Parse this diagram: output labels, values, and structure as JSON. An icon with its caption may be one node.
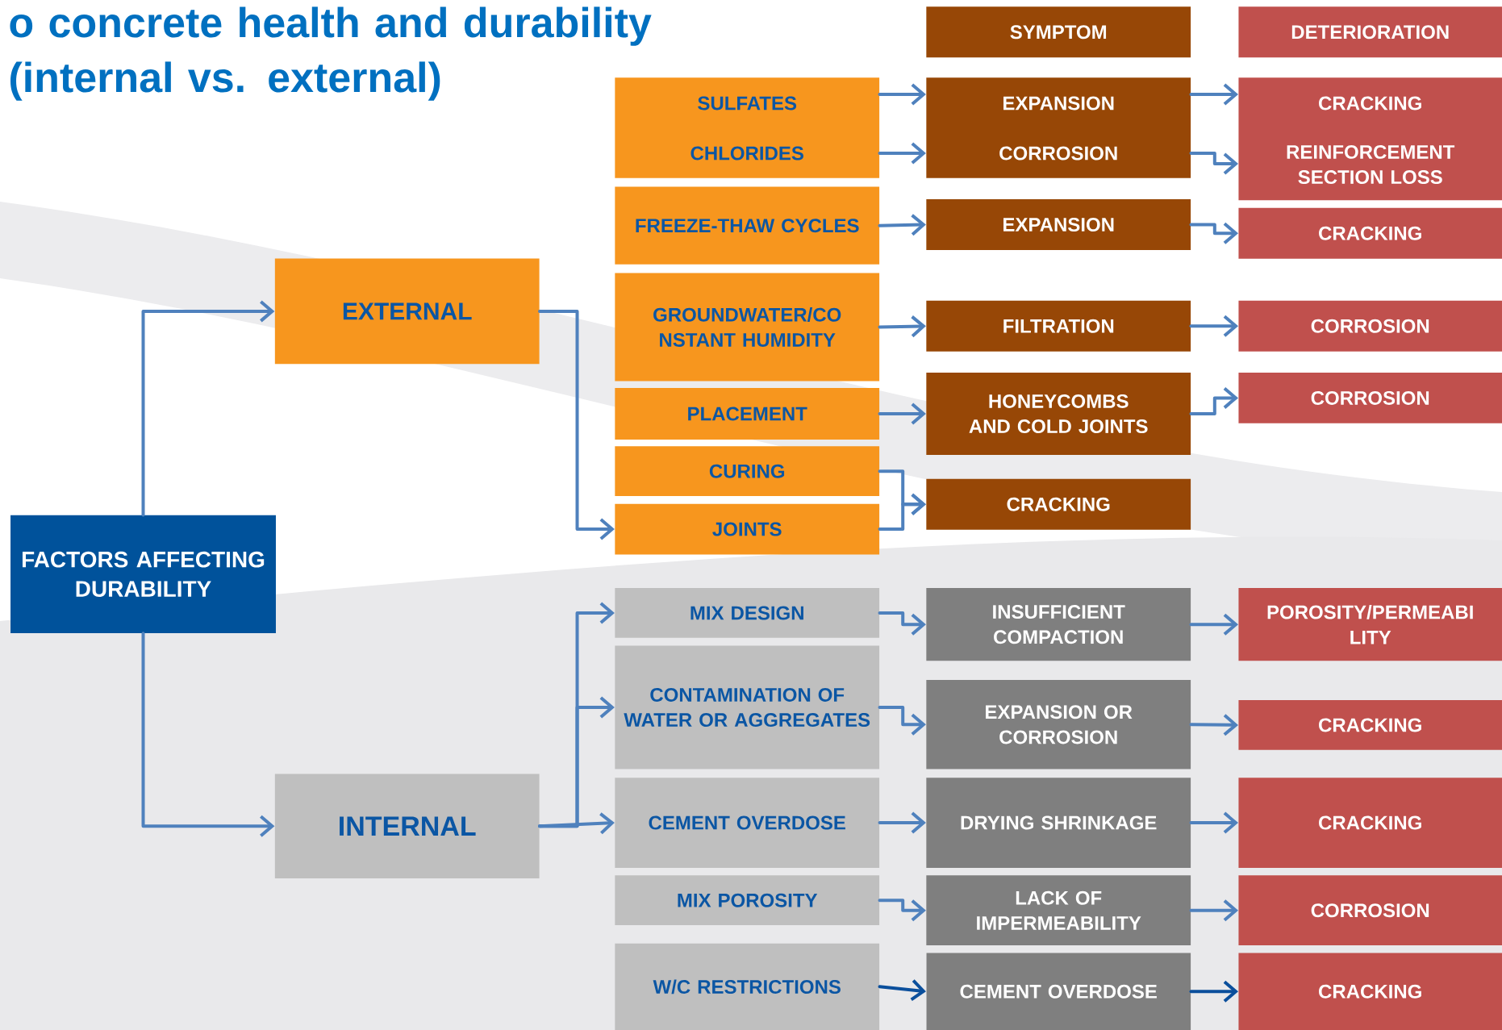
{
  "diagram": {
    "title": "o concrete health and durability (internal vs. external)",
    "nodes": [
      {
        "text": [
          "SYMPTOM"
        ]
      },
      {
        "text": [
          "DETERIORATION"
        ]
      },
      {
        "text": [
          "SULFATES",
          "CHLORIDES"
        ]
      },
      {
        "text": [
          "EXPANSION",
          "CORROSION"
        ]
      },
      {
        "text": [
          "CRACKING",
          "REINFORCEMENT SECTION LOSS"
        ]
      },
      {
        "text": [
          "FREEZE-THAW CYCLES"
        ]
      },
      {
        "text": [
          "EXPANSION"
        ]
      },
      {
        "text": [
          "CRACKING"
        ]
      },
      {
        "text": [
          "EXTERNAL"
        ]
      },
      {
        "text": [
          "GROUNDWATER/CO NSTANT HUMIDITY"
        ]
      },
      {
        "text": [
          "FILTRATION"
        ]
      },
      {
        "text": [
          "CORROSION"
        ]
      },
      {
        "text": [
          "PLACEMENT"
        ]
      },
      {
        "text": [
          "HONEYCOMBS AND COLD JOINTS"
        ]
      },
      {
        "text": [
          "CORROSION"
        ]
      },
      {
        "text": [
          "CURING"
        ]
      },
      {
        "text": [
          "CRACKING"
        ]
      },
      {
        "text": [
          "JOINTS"
        ]
      },
      {
        "text": [
          "FACTORS AFFECTING DURABILITY"
        ]
      },
      {
        "text": [
          "MIX DESIGN"
        ]
      },
      {
        "text": [
          "INSUFFICIENT COMPACTION"
        ]
      },
      {
        "text": [
          "POROSITY/PERMEABI LITY"
        ]
      },
      {
        "text": [
          "CONTAMINATION OF WATER OR AGGREGATES"
        ]
      },
      {
        "text": [
          "EXPANSION OR CORROSION"
        ]
      },
      {
        "text": [
          "CRACKING"
        ]
      },
      {
        "text": [
          "INTERNAL"
        ]
      },
      {
        "text": [
          "CEMENT OVERDOSE"
        ]
      },
      {
        "text": [
          "DRYING SHRINKAGE"
        ]
      },
      {
        "text": [
          "CRACKING"
        ]
      },
      {
        "text": [
          "MIX POROSITY"
        ]
      },
      {
        "text": [
          "LACK OF IMPERMEABILITY"
        ]
      },
      {
        "text": [
          "CORROSION"
        ]
      },
      {
        "text": [
          "W/C RESTRICTIONS"
        ]
      },
      {
        "text": [
          "CEMENT OVERDOSE"
        ]
      },
      {
        "text": [
          "CRACKING"
        ]
      }
    ],
    "edges": [
      {
        "from": 2,
        "to": 3,
        "arrow": "to"
      },
      {
        "from": 2,
        "to": 3,
        "arrow": "to"
      },
      {
        "from": 3,
        "to": 4,
        "arrow": "to"
      },
      {
        "from": 3,
        "to": 4,
        "arrow": "to"
      },
      {
        "from": 5,
        "to": 6,
        "arrow": "to"
      },
      {
        "from": 6,
        "to": 7,
        "arrow": "to"
      },
      {
        "from": 18,
        "to": 8,
        "arrow": "to"
      },
      {
        "from": 8,
        "to": 17,
        "arrow": "to"
      },
      {
        "from": 9,
        "to": 10,
        "arrow": "to"
      },
      {
        "from": 10,
        "to": 11,
        "arrow": "to"
      },
      {
        "from": 12,
        "to": 13,
        "arrow": "to"
      },
      {
        "from": 13,
        "to": 14,
        "arrow": "to"
      },
      {
        "from": 15,
        "to": 16,
        "arrow": "to"
      },
      {
        "from": 17,
        "to": 16,
        "arrow": "to"
      },
      {
        "from": 18,
        "to": 25,
        "arrow": "to"
      },
      {
        "from": 25,
        "to": 19,
        "arrow": "to"
      },
      {
        "from": 25,
        "to": 22,
        "arrow": "to"
      },
      {
        "from": 25,
        "to": 26,
        "arrow": "to"
      },
      {
        "from": 19,
        "to": 20,
        "arrow": "to"
      },
      {
        "from": 20,
        "to": 21,
        "arrow": "to"
      },
      {
        "from": 22,
        "to": 23,
        "arrow": "to"
      },
      {
        "from": 23,
        "to": 24,
        "arrow": "to"
      },
      {
        "from": 26,
        "to": 27,
        "arrow": "to"
      },
      {
        "from": 27,
        "to": 28,
        "arrow": "to"
      },
      {
        "from": 29,
        "to": 30,
        "arrow": "to"
      },
      {
        "from": 30,
        "to": 31,
        "arrow": "to"
      },
      {
        "from": 32,
        "to": 33,
        "arrow": "to",
        "color": "#0b4f9c"
      },
      {
        "from": 33,
        "to": 34,
        "arrow": "to",
        "color": "#0b4f9c"
      }
    ]
  }
}
